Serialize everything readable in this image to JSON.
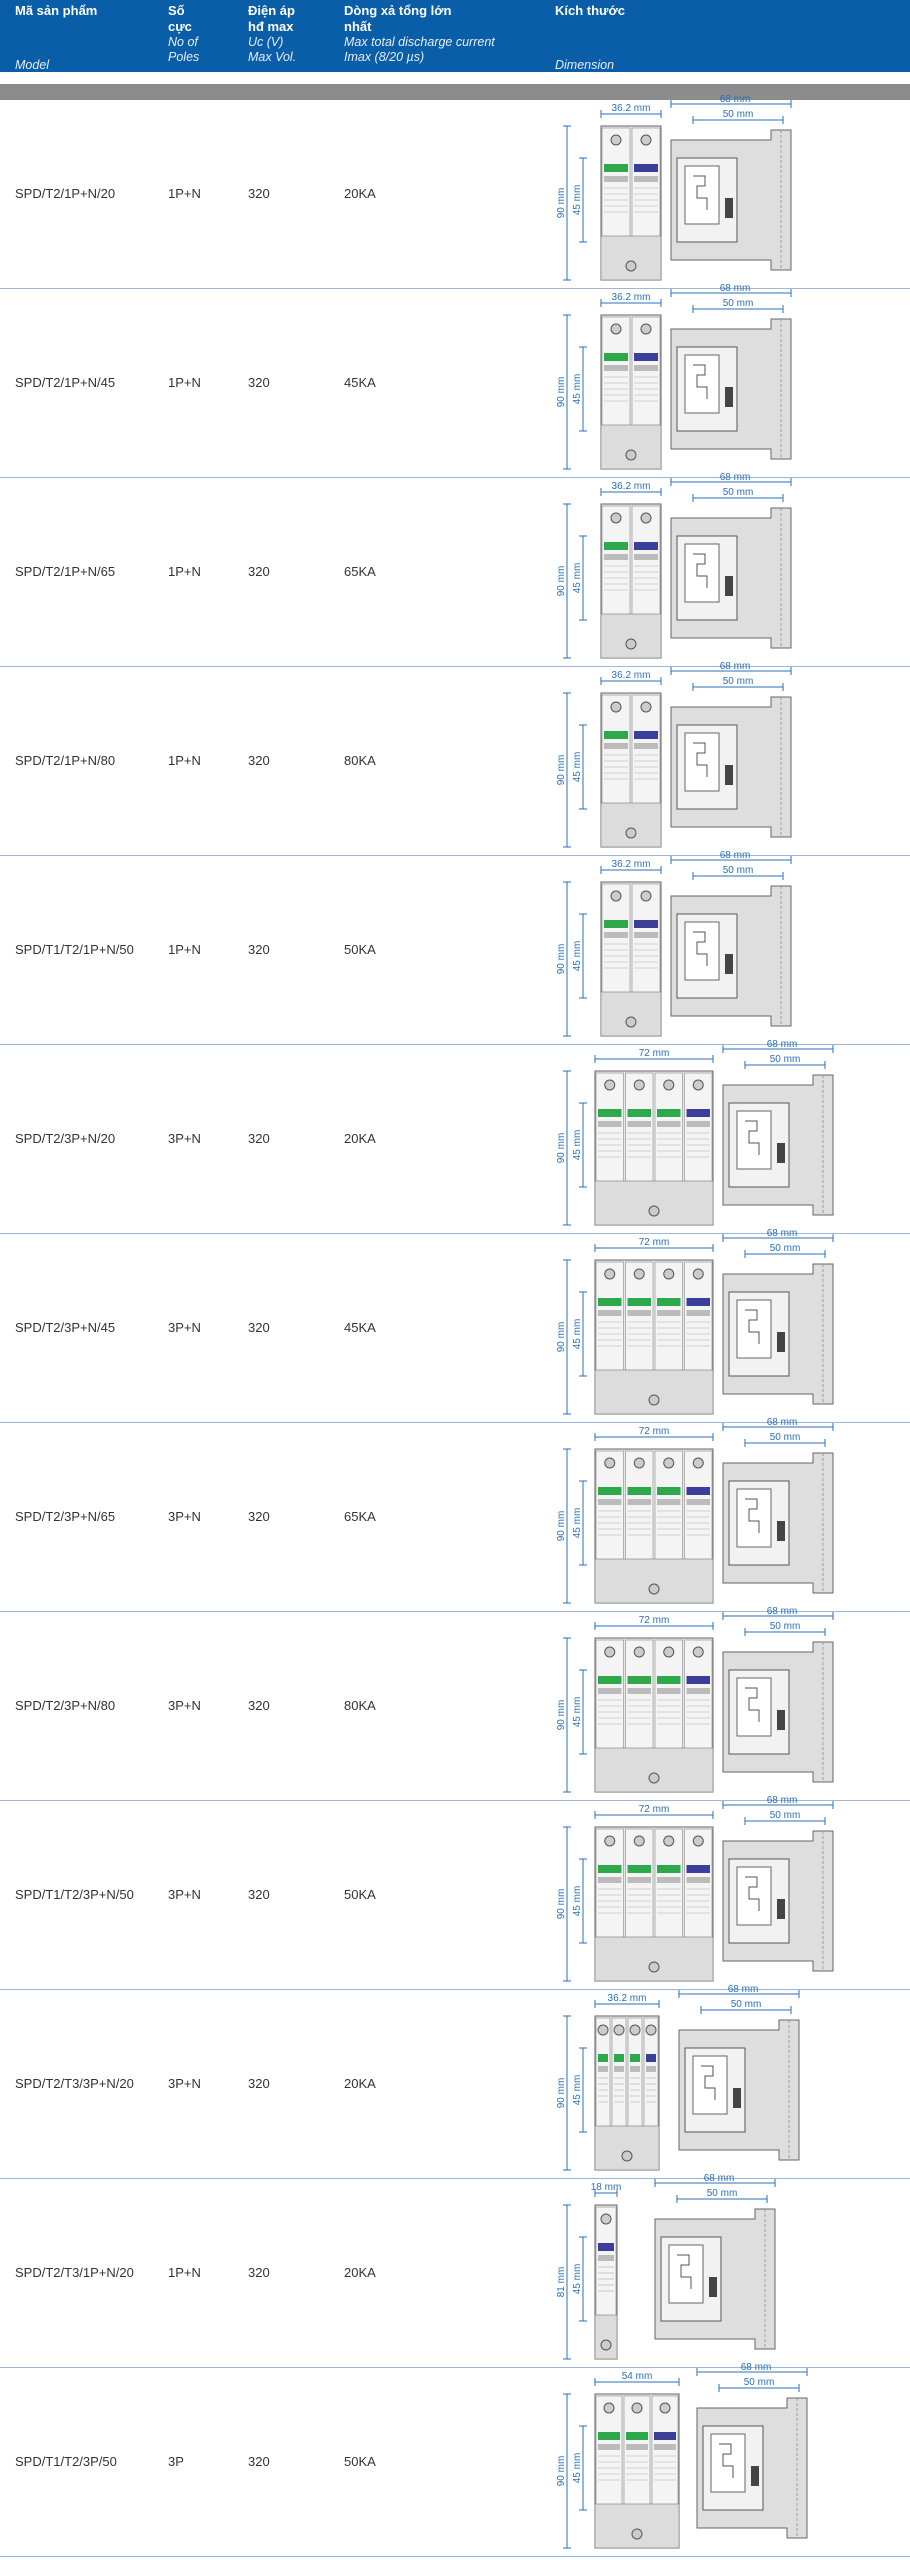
{
  "header": {
    "model_vi": "Mã sản phẩm",
    "model_en": "Model",
    "poles_vi": "Số cực",
    "poles_en": "No of Poles",
    "volt_vi": "Điện áp hđ max",
    "volt_en1": "Uc (V)",
    "volt_en2": "Max Vol.",
    "imax_vi": "Dòng xả tổng lớn nhất",
    "imax_en1": "Max total discharge current",
    "imax_en2": "Imax (8/20 µs)",
    "dim_vi": "Kích thước",
    "dim_en": "Dimension"
  },
  "rows": [
    {
      "model": "SPD/T2/1P+N/20",
      "poles": "1P+N",
      "volt": "320",
      "imax": "20KA",
      "front_width": "36.2 mm",
      "depth": "68 mm",
      "mount_depth": "50 mm",
      "height": "90 mm",
      "half_height": "45 mm"
    },
    {
      "model": "SPD/T2/1P+N/45",
      "poles": "1P+N",
      "volt": "320",
      "imax": "45KA",
      "front_width": "36.2 mm",
      "depth": "68 mm",
      "mount_depth": "50 mm",
      "height": "90 mm",
      "half_height": "45 mm"
    },
    {
      "model": "SPD/T2/1P+N/65",
      "poles": "1P+N",
      "volt": "320",
      "imax": "65KA",
      "front_width": "36.2 mm",
      "depth": "68 mm",
      "mount_depth": "50 mm",
      "height": "90 mm",
      "half_height": "45 mm"
    },
    {
      "model": "SPD/T2/1P+N/80",
      "poles": "1P+N",
      "volt": "320",
      "imax": "80KA",
      "front_width": "36.2 mm",
      "depth": "68 mm",
      "mount_depth": "50 mm",
      "height": "90 mm",
      "half_height": "45 mm"
    },
    {
      "model": "SPD/T1/T2/1P+N/50",
      "poles": "1P+N",
      "volt": "320",
      "imax": "50KA",
      "front_width": "36.2 mm",
      "depth": "68 mm",
      "mount_depth": "50 mm",
      "height": "90 mm",
      "half_height": "45 mm"
    },
    {
      "model": "SPD/T2/3P+N/20",
      "poles": "3P+N",
      "volt": "320",
      "imax": "20KA",
      "front_width": "72 mm",
      "depth": "68 mm",
      "mount_depth": "50 mm",
      "height": "90 mm",
      "half_height": "45 mm"
    },
    {
      "model": "SPD/T2/3P+N/45",
      "poles": "3P+N",
      "volt": "320",
      "imax": "45KA",
      "front_width": "72 mm",
      "depth": "68 mm",
      "mount_depth": "50 mm",
      "height": "90 mm",
      "half_height": "45 mm"
    },
    {
      "model": "SPD/T2/3P+N/65",
      "poles": "3P+N",
      "volt": "320",
      "imax": "65KA",
      "front_width": "72 mm",
      "depth": "68 mm",
      "mount_depth": "50 mm",
      "height": "90 mm",
      "half_height": "45 mm"
    },
    {
      "model": "SPD/T2/3P+N/80",
      "poles": "3P+N",
      "volt": "320",
      "imax": "80KA",
      "front_width": "72 mm",
      "depth": "68 mm",
      "mount_depth": "50 mm",
      "height": "90 mm",
      "half_height": "45 mm"
    },
    {
      "model": "SPD/T1/T2/3P+N/50",
      "poles": "3P+N",
      "volt": "320",
      "imax": "50KA",
      "front_width": "72 mm",
      "depth": "68 mm",
      "mount_depth": "50 mm",
      "height": "90 mm",
      "half_height": "45 mm"
    },
    {
      "model": "SPD/T2/T3/3P+N/20",
      "poles": "3P+N",
      "volt": "320",
      "imax": "20KA",
      "front_width": "36.2 mm",
      "depth": "68 mm",
      "mount_depth": "50 mm",
      "height": "90 mm",
      "half_height": "45 mm"
    },
    {
      "model": "SPD/T2/T3/1P+N/20",
      "poles": "1P+N",
      "volt": "320",
      "imax": "20KA",
      "front_width": "18 mm",
      "depth": "68 mm",
      "mount_depth": "50 mm",
      "height": "81 mm",
      "half_height": "45 mm"
    },
    {
      "model": "SPD/T1/T2/3P/50",
      "poles": "3P",
      "volt": "320",
      "imax": "50KA",
      "front_width": "54 mm",
      "depth": "68 mm",
      "mount_depth": "50 mm",
      "height": "90 mm",
      "half_height": "45 mm"
    }
  ],
  "row_kinds": [
    "w2",
    "w2",
    "w2",
    "w2",
    "w2",
    "w4",
    "w4",
    "w4",
    "w4",
    "w4",
    "w4s",
    "w1",
    "w3"
  ],
  "colors": {
    "header_bg": "#0a5ea8",
    "dim_line": "#2a6fb8",
    "row_border": "#9fb7d3",
    "grey_bar": "#8c8c8c"
  }
}
